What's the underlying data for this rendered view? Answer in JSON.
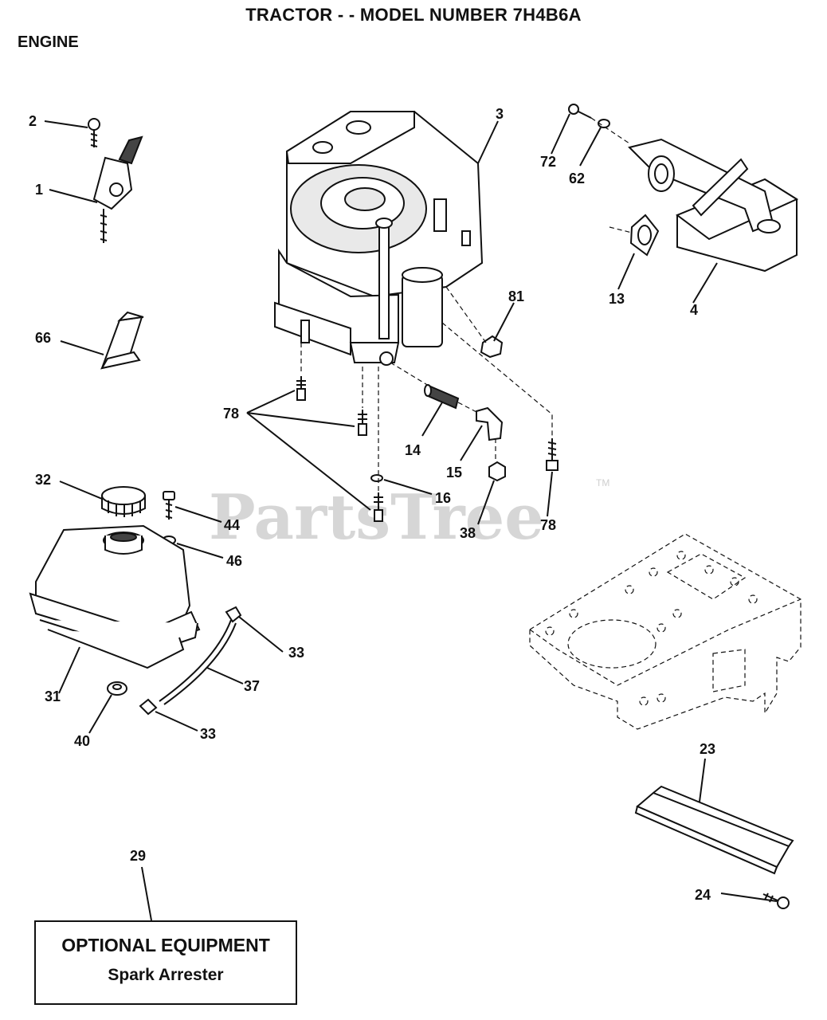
{
  "title": "TRACTOR - - MODEL NUMBER 7H4B6A",
  "section": "ENGINE",
  "watermark": "PartsTree",
  "trademark": "TM",
  "optional_box": {
    "heading": "OPTIONAL EQUIPMENT",
    "item": "Spark Arrester"
  },
  "callouts": {
    "c1": "1",
    "c2": "2",
    "c3": "3",
    "c4": "4",
    "c13": "13",
    "c14": "14",
    "c15": "15",
    "c16": "16",
    "c23": "23",
    "c24": "24",
    "c29": "29",
    "c31": "31",
    "c32": "32",
    "c33a": "33",
    "c33b": "33",
    "c37": "37",
    "c38": "38",
    "c40": "40",
    "c44": "44",
    "c46": "46",
    "c62": "62",
    "c66": "66",
    "c72": "72",
    "c78a": "78",
    "c78b": "78",
    "c81": "81"
  }
}
